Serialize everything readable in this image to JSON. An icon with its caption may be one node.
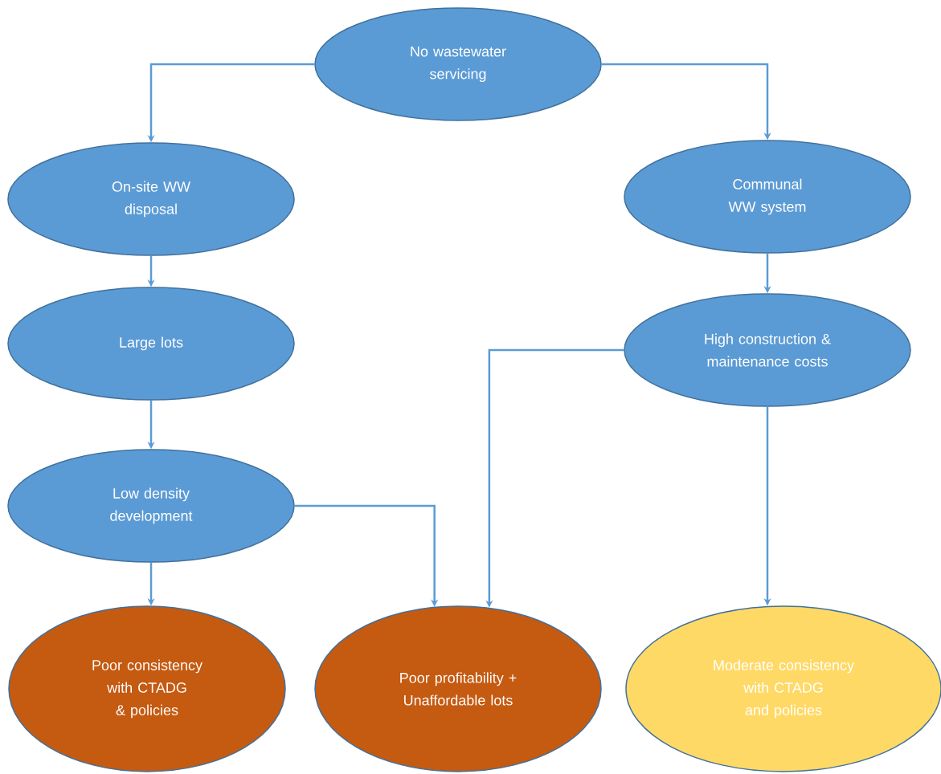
{
  "diagram": {
    "nodes": [
      {
        "text": [
          "No wastewater servicing"
        ]
      },
      {
        "text": [
          "On-site WW disposal"
        ]
      },
      {
        "text": [
          "Communal WW system"
        ]
      },
      {
        "text": [
          "Large lots"
        ]
      },
      {
        "text": [
          "High construction & maintenance costs"
        ]
      },
      {
        "text": [
          "Low density development"
        ]
      },
      {
        "text": [
          "Poor consistency with CTADG & policies"
        ]
      },
      {
        "text": [
          "Poor profitability + Unaffordable lots"
        ]
      },
      {
        "text": [
          "Moderate consistency with CTADG and policies"
        ]
      }
    ],
    "edges": [
      {
        "from": 0,
        "to": 1,
        "arrow": "to"
      },
      {
        "from": 0,
        "to": 2,
        "arrow": "to"
      },
      {
        "from": 1,
        "to": 3,
        "arrow": "to"
      },
      {
        "from": 2,
        "to": 4,
        "arrow": "to"
      },
      {
        "from": 3,
        "to": 5,
        "arrow": "to"
      },
      {
        "from": 5,
        "to": 6,
        "arrow": "to"
      },
      {
        "from": 5,
        "to": 7,
        "arrow": "to"
      },
      {
        "from": 4,
        "to": 7,
        "arrow": "to"
      },
      {
        "from": 4,
        "to": 8,
        "arrow": "to"
      }
    ]
  }
}
